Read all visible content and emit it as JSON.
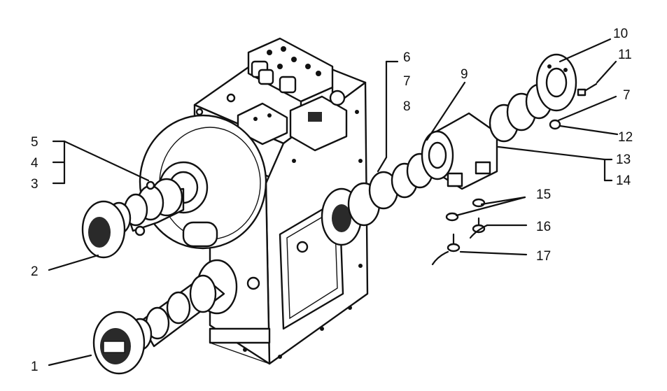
{
  "callouts": {
    "c1": "1",
    "c2": "2",
    "c3": "3",
    "c4": "4",
    "c5": "5",
    "c6": "6",
    "c7a": "7",
    "c8": "8",
    "c9": "9",
    "c10": "10",
    "c11": "11",
    "c7b": "7",
    "c12": "12",
    "c13": "13",
    "c14": "14",
    "c15": "15",
    "c16": "16",
    "c17": "17"
  }
}
